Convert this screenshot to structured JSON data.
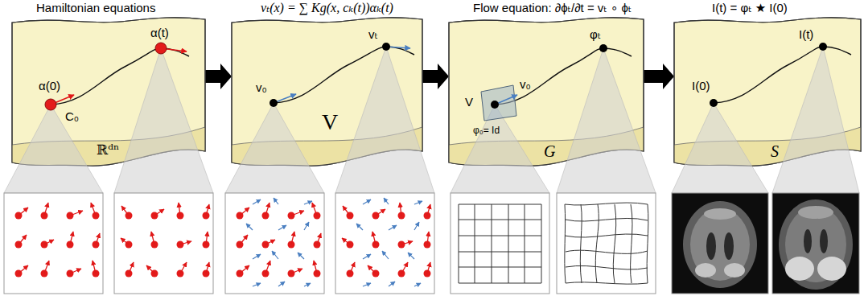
{
  "diagram": {
    "nodes": [
      {
        "text": [
          "Hamiltonian equations",
          "α(0)",
          "C₀",
          "α(t)",
          "ℝᵈⁿ"
        ]
      },
      {
        "text": [
          "vₜ(x) = ∑ Kg(x, cₖ(t))αₖ(t)",
          "v₀",
          "vₜ",
          "V"
        ]
      },
      {
        "text": [
          "Flow equation: ∂ϕₜ/∂t = vₜ ∘ ϕₜ",
          "V",
          "v₀",
          "φ₀= Id",
          "φₜ",
          "G"
        ]
      },
      {
        "text": [
          "I(t) = φₜ ★ I(0)",
          "I(0)",
          "I(t)",
          "S"
        ]
      }
    ],
    "edges": [
      {
        "from": 0,
        "to": 1,
        "arrow": "to"
      },
      {
        "from": 1,
        "to": 2,
        "arrow": "to"
      },
      {
        "from": 2,
        "to": 3,
        "arrow": "to"
      }
    ]
  }
}
